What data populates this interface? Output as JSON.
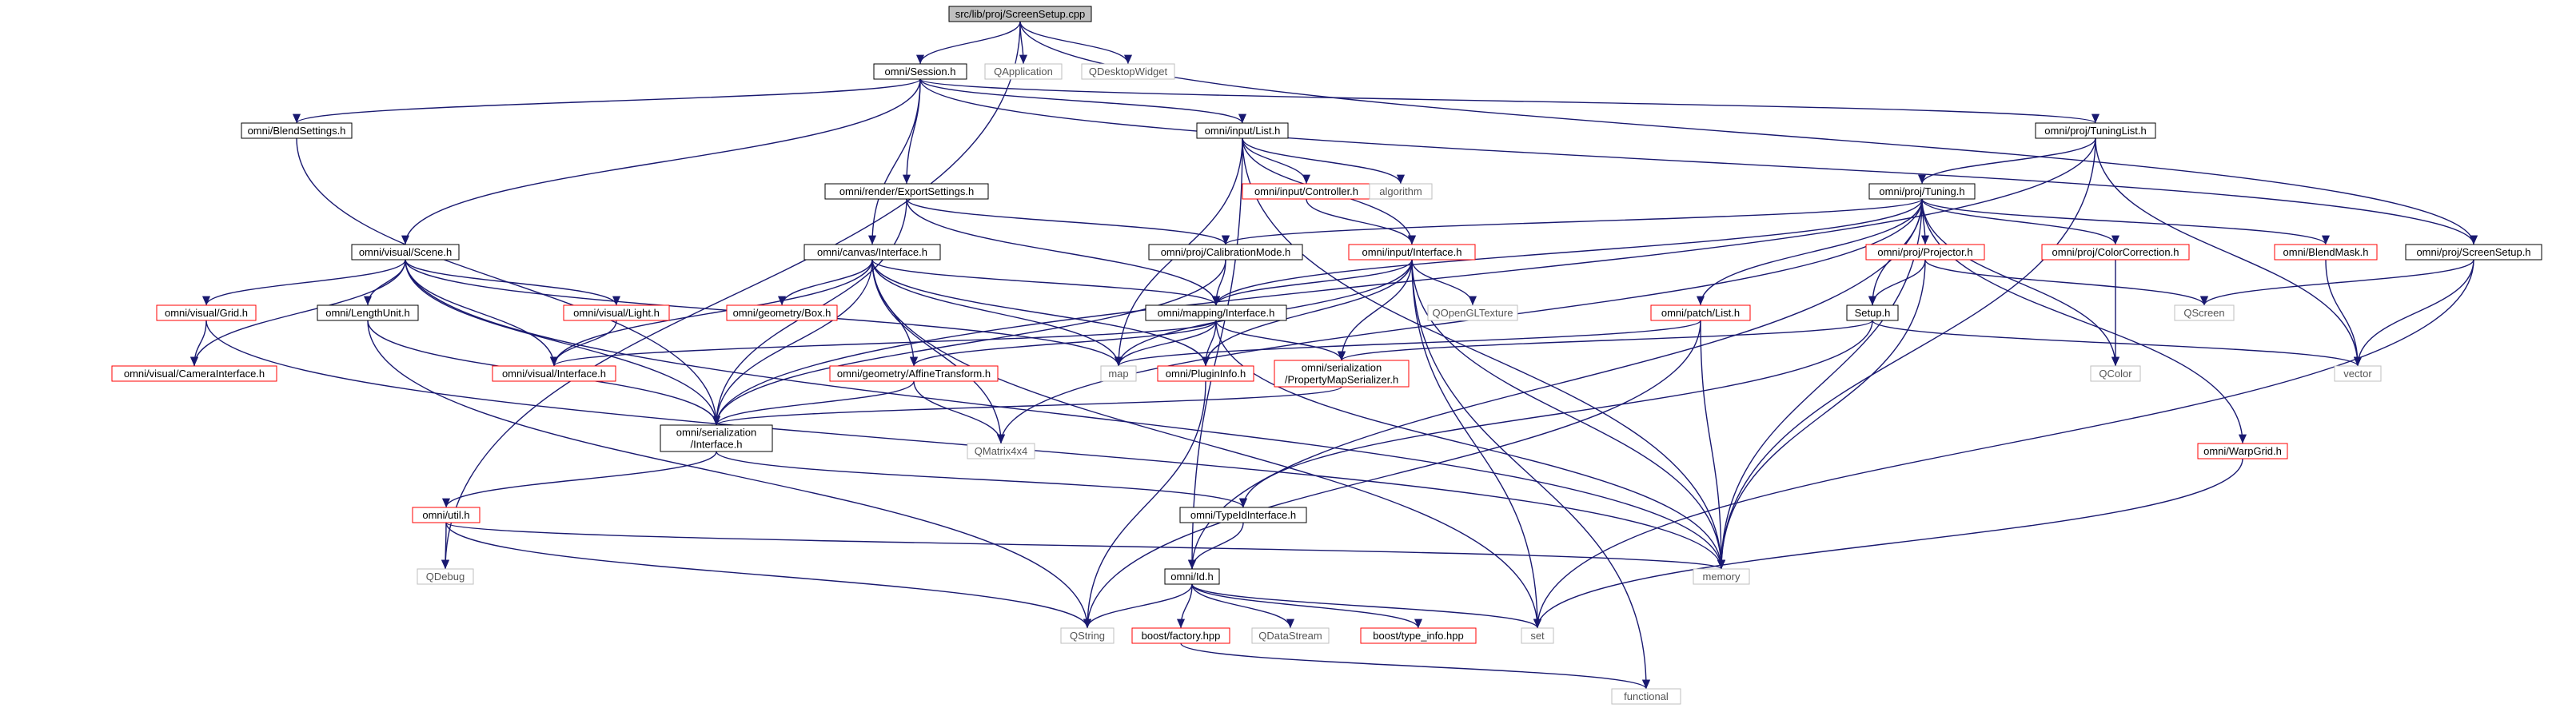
{
  "colors": {
    "edge": "#191970",
    "root_fill": "#bfbfbf",
    "documented_border": "#000000",
    "incomplete_border": "#ff0000",
    "external_border": "#bfbfbf"
  },
  "nodes": [
    {
      "id": "root",
      "label": "src/lib/proj/ScreenSetup.cpp",
      "kind": "root"
    },
    {
      "id": "session",
      "label": "omni/Session.h",
      "kind": "doc"
    },
    {
      "id": "qapplication",
      "label": "QApplication",
      "kind": "ext"
    },
    {
      "id": "qdesktopwidget",
      "label": "QDesktopWidget",
      "kind": "ext"
    },
    {
      "id": "blendsettings",
      "label": "omni/BlendSettings.h",
      "kind": "doc"
    },
    {
      "id": "inputlist",
      "label": "omni/input/List.h",
      "kind": "doc"
    },
    {
      "id": "tuninglist",
      "label": "omni/proj/TuningList.h",
      "kind": "doc"
    },
    {
      "id": "exportsettings",
      "label": "omni/render/ExportSettings.h",
      "kind": "doc"
    },
    {
      "id": "inputcontroller",
      "label": "omni/input/Controller.h",
      "kind": "red"
    },
    {
      "id": "algorithm",
      "label": "algorithm",
      "kind": "ext"
    },
    {
      "id": "tuning",
      "label": "omni/proj/Tuning.h",
      "kind": "doc"
    },
    {
      "id": "scene",
      "label": "omni/visual/Scene.h",
      "kind": "doc"
    },
    {
      "id": "canvasinterface",
      "label": "omni/canvas/Interface.h",
      "kind": "doc"
    },
    {
      "id": "calibrationmode",
      "label": "omni/proj/CalibrationMode.h",
      "kind": "doc"
    },
    {
      "id": "inputinterface",
      "label": "omni/input/Interface.h",
      "kind": "red"
    },
    {
      "id": "projector",
      "label": "omni/proj/Projector.h",
      "kind": "red"
    },
    {
      "id": "colorcorrection",
      "label": "omni/proj/ColorCorrection.h",
      "kind": "red"
    },
    {
      "id": "blendmask",
      "label": "omni/BlendMask.h",
      "kind": "red"
    },
    {
      "id": "screensetup",
      "label": "omni/proj/ScreenSetup.h",
      "kind": "doc"
    },
    {
      "id": "grid",
      "label": "omni/visual/Grid.h",
      "kind": "red"
    },
    {
      "id": "lengthunit",
      "label": "omni/LengthUnit.h",
      "kind": "doc"
    },
    {
      "id": "light",
      "label": "omni/visual/Light.h",
      "kind": "red"
    },
    {
      "id": "box",
      "label": "omni/geometry/Box.h",
      "kind": "red"
    },
    {
      "id": "mappinginterface",
      "label": "omni/mapping/Interface.h",
      "kind": "doc"
    },
    {
      "id": "qopengltexture",
      "label": "QOpenGLTexture",
      "kind": "ext"
    },
    {
      "id": "patchlist",
      "label": "omni/patch/List.h",
      "kind": "red"
    },
    {
      "id": "setup",
      "label": "Setup.h",
      "kind": "doc"
    },
    {
      "id": "qscreen",
      "label": "QScreen",
      "kind": "ext"
    },
    {
      "id": "cameraintf",
      "label": "omni/visual/CameraInterface.h",
      "kind": "red"
    },
    {
      "id": "visualintf",
      "label": "omni/visual/Interface.h",
      "kind": "red"
    },
    {
      "id": "map",
      "label": "map",
      "kind": "ext"
    },
    {
      "id": "affine",
      "label": "omni/geometry/AffineTransform.h",
      "kind": "red"
    },
    {
      "id": "plugininfo",
      "label": "omni/PluginInfo.h",
      "kind": "red"
    },
    {
      "id": "propmap",
      "label": [
        "omni/serialization",
        "/PropertyMapSerializer.h"
      ],
      "kind": "red"
    },
    {
      "id": "qcolor",
      "label": "QColor",
      "kind": "ext"
    },
    {
      "id": "vector",
      "label": "vector",
      "kind": "ext"
    },
    {
      "id": "serintf",
      "label": [
        "omni/serialization",
        "/Interface.h"
      ],
      "kind": "doc"
    },
    {
      "id": "qmatrix",
      "label": "QMatrix4x4",
      "kind": "ext"
    },
    {
      "id": "warpgrid",
      "label": "omni/WarpGrid.h",
      "kind": "red"
    },
    {
      "id": "util",
      "label": "omni/util.h",
      "kind": "red"
    },
    {
      "id": "typeid",
      "label": "omni/TypeIdInterface.h",
      "kind": "doc"
    },
    {
      "id": "qdebug",
      "label": "QDebug",
      "kind": "ext"
    },
    {
      "id": "memory",
      "label": "memory",
      "kind": "ext"
    },
    {
      "id": "omniid",
      "label": "omni/Id.h",
      "kind": "doc"
    },
    {
      "id": "qstring",
      "label": "QString",
      "kind": "ext"
    },
    {
      "id": "boostfactory",
      "label": "boost/factory.hpp",
      "kind": "red"
    },
    {
      "id": "qdatastream",
      "label": "QDataStream",
      "kind": "ext"
    },
    {
      "id": "boosttypeinfo",
      "label": "boost/type_info.hpp",
      "kind": "red"
    },
    {
      "id": "set",
      "label": "set",
      "kind": "ext"
    },
    {
      "id": "functional",
      "label": "functional",
      "kind": "ext"
    }
  ],
  "edges": [
    [
      "root",
      "session"
    ],
    [
      "root",
      "qapplication"
    ],
    [
      "root",
      "qdesktopwidget"
    ],
    [
      "root",
      "screensetup"
    ],
    [
      "root",
      "qdebug"
    ],
    [
      "session",
      "blendsettings"
    ],
    [
      "session",
      "inputlist"
    ],
    [
      "session",
      "tuninglist"
    ],
    [
      "session",
      "exportsettings"
    ],
    [
      "session",
      "scene"
    ],
    [
      "session",
      "canvasinterface"
    ],
    [
      "session",
      "screensetup"
    ],
    [
      "blendsettings",
      "serintf"
    ],
    [
      "inputlist",
      "inputcontroller"
    ],
    [
      "inputlist",
      "algorithm"
    ],
    [
      "inputlist",
      "inputinterface"
    ],
    [
      "inputlist",
      "map"
    ],
    [
      "inputlist",
      "omniid"
    ],
    [
      "inputlist",
      "memory"
    ],
    [
      "tuninglist",
      "tuning"
    ],
    [
      "tuninglist",
      "serintf"
    ],
    [
      "tuninglist",
      "vector"
    ],
    [
      "tuninglist",
      "memory"
    ],
    [
      "exportsettings",
      "calibrationmode"
    ],
    [
      "exportsettings",
      "mappinginterface"
    ],
    [
      "exportsettings",
      "serintf"
    ],
    [
      "inputcontroller",
      "inputinterface"
    ],
    [
      "tuning",
      "calibrationmode"
    ],
    [
      "tuning",
      "mappinginterface"
    ],
    [
      "tuning",
      "patchlist"
    ],
    [
      "tuning",
      "setup"
    ],
    [
      "tuning",
      "projector"
    ],
    [
      "tuning",
      "colorcorrection"
    ],
    [
      "tuning",
      "blendmask"
    ],
    [
      "tuning",
      "warpgrid"
    ],
    [
      "tuning",
      "qcolor"
    ],
    [
      "tuning",
      "memory"
    ],
    [
      "tuning",
      "omniid"
    ],
    [
      "tuning",
      "qmatrix"
    ],
    [
      "scene",
      "grid"
    ],
    [
      "scene",
      "lengthunit"
    ],
    [
      "scene",
      "light"
    ],
    [
      "scene",
      "cameraintf"
    ],
    [
      "scene",
      "visualintf"
    ],
    [
      "scene",
      "map"
    ],
    [
      "scene",
      "serintf"
    ],
    [
      "scene",
      "memory"
    ],
    [
      "canvasinterface",
      "box"
    ],
    [
      "canvasinterface",
      "mappinginterface"
    ],
    [
      "canvasinterface",
      "visualintf"
    ],
    [
      "canvasinterface",
      "affine"
    ],
    [
      "canvasinterface",
      "plugininfo"
    ],
    [
      "canvasinterface",
      "map"
    ],
    [
      "canvasinterface",
      "qmatrix"
    ],
    [
      "canvasinterface",
      "set"
    ],
    [
      "canvasinterface",
      "serintf"
    ],
    [
      "calibrationmode",
      "serintf"
    ],
    [
      "calibrationmode",
      "mappinginterface"
    ],
    [
      "inputinterface",
      "mappinginterface"
    ],
    [
      "inputinterface",
      "qopengltexture"
    ],
    [
      "inputinterface",
      "map"
    ],
    [
      "inputinterface",
      "plugininfo"
    ],
    [
      "inputinterface",
      "propmap"
    ],
    [
      "inputinterface",
      "memory"
    ],
    [
      "inputinterface",
      "set"
    ],
    [
      "inputinterface",
      "functional"
    ],
    [
      "projector",
      "setup"
    ],
    [
      "projector",
      "qscreen"
    ],
    [
      "projector",
      "memory"
    ],
    [
      "colorcorrection",
      "qcolor"
    ],
    [
      "blendmask",
      "vector"
    ],
    [
      "screensetup",
      "qscreen"
    ],
    [
      "screensetup",
      "vector"
    ],
    [
      "screensetup",
      "set"
    ],
    [
      "grid",
      "cameraintf"
    ],
    [
      "grid",
      "memory"
    ],
    [
      "lengthunit",
      "serintf"
    ],
    [
      "lengthunit",
      "qstring"
    ],
    [
      "light",
      "visualintf"
    ],
    [
      "mappinginterface",
      "visualintf"
    ],
    [
      "mappinginterface",
      "affine"
    ],
    [
      "mappinginterface",
      "plugininfo"
    ],
    [
      "mappinginterface",
      "propmap"
    ],
    [
      "mappinginterface",
      "map"
    ],
    [
      "mappinginterface",
      "memory"
    ],
    [
      "patchlist",
      "map"
    ],
    [
      "patchlist",
      "memory"
    ],
    [
      "patchlist",
      "qstring"
    ],
    [
      "setup",
      "propmap"
    ],
    [
      "setup",
      "typeid"
    ],
    [
      "setup",
      "vector"
    ],
    [
      "affine",
      "serintf"
    ],
    [
      "affine",
      "qmatrix"
    ],
    [
      "plugininfo",
      "qstring"
    ],
    [
      "propmap",
      "serintf"
    ],
    [
      "serintf",
      "util"
    ],
    [
      "serintf",
      "typeid"
    ],
    [
      "warpgrid",
      "set"
    ],
    [
      "util",
      "qdebug"
    ],
    [
      "util",
      "memory"
    ],
    [
      "util",
      "qstring"
    ],
    [
      "typeid",
      "omniid"
    ],
    [
      "omniid",
      "qstring"
    ],
    [
      "omniid",
      "boostfactory"
    ],
    [
      "omniid",
      "qdatastream"
    ],
    [
      "omniid",
      "boosttypeinfo"
    ],
    [
      "omniid",
      "set"
    ],
    [
      "boostfactory",
      "functional"
    ]
  ]
}
